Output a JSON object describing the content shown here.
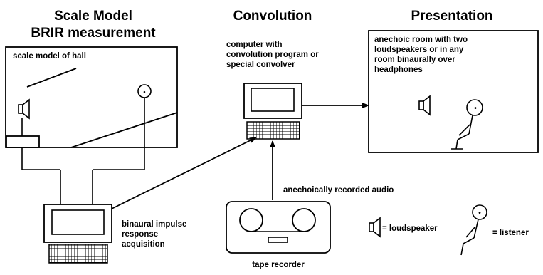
{
  "headings": {
    "scale_model_line1": "Scale Model",
    "scale_model_line2": "BRIR  measurement",
    "convolution": "Convolution",
    "presentation": "Presentation"
  },
  "labels": {
    "scale_model_of_hall": "scale model of hall",
    "computer_line1": "computer with",
    "computer_line2": "convolution program or",
    "computer_line3": "special convolver",
    "room_line1": "anechoic room with two",
    "room_line2": "loudspeakers or in any",
    "room_line3": "room binaurally over",
    "room_line4": "headphones",
    "acq_line1": "binaural impulse",
    "acq_line2": "response",
    "acq_line3": "acquisition",
    "anechoic_audio": "anechoically recorded audio",
    "tape_recorder": "tape recorder"
  },
  "legend": {
    "loudspeaker": "= loudspeaker",
    "listener": "= listener"
  }
}
